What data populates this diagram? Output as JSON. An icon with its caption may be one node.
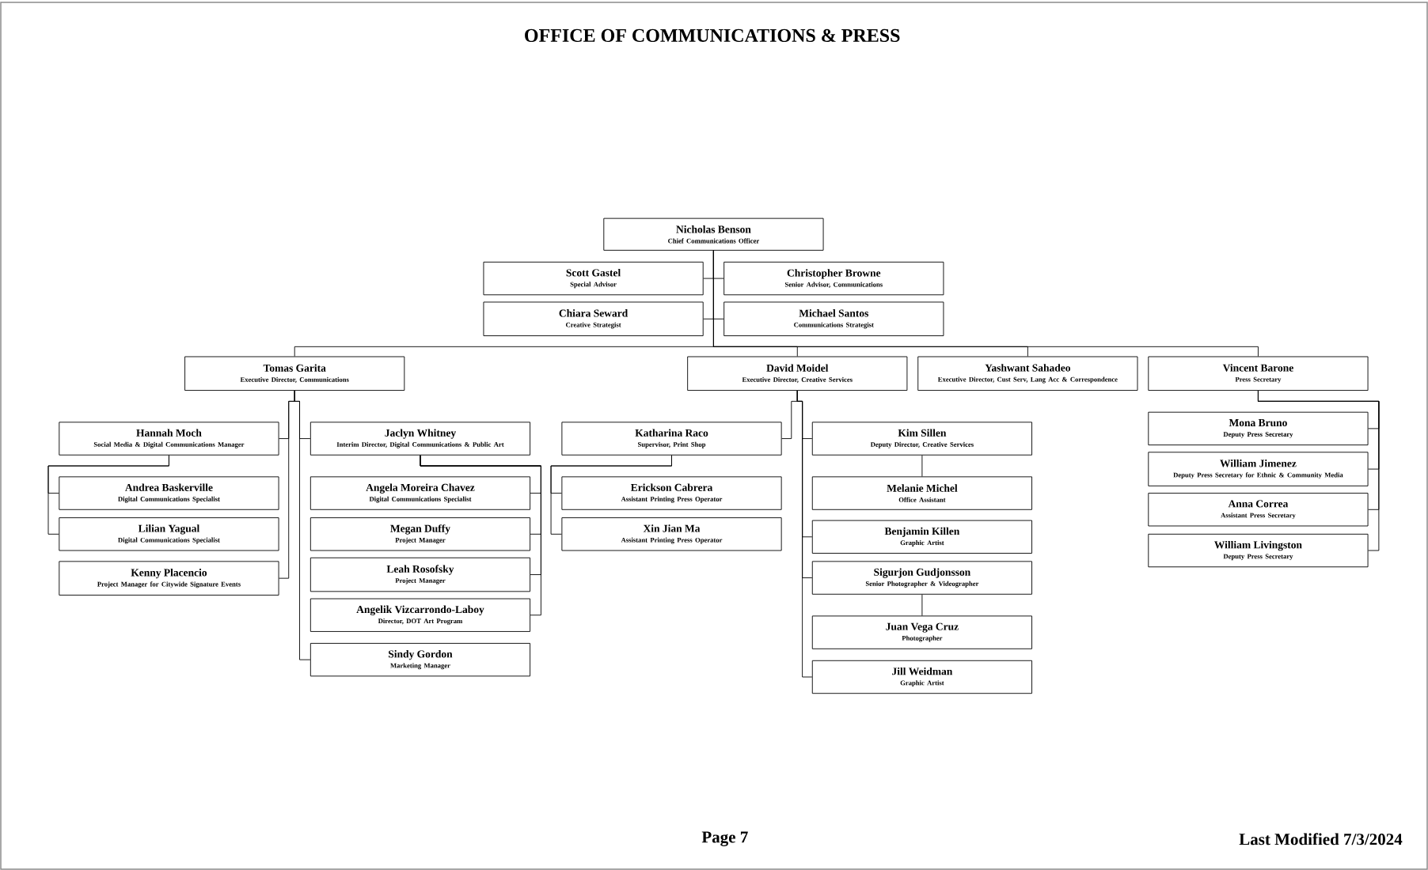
{
  "diagram": {
    "title": "OFFICE OF COMMUNICATIONS & PRESS",
    "nodes": [
      {
        "text": [
          "Nicholas Benson",
          "Chief Communications Officer"
        ]
      },
      {
        "text": [
          "Scott Gastel",
          "Special Advisor"
        ]
      },
      {
        "text": [
          "Christopher Browne",
          "Senior Advisor, Communications"
        ]
      },
      {
        "text": [
          "Chiara Seward",
          "Creative Strategist"
        ]
      },
      {
        "text": [
          "Michael Santos",
          "Communications Strategist"
        ]
      },
      {
        "text": [
          "Tomas Garita",
          "Executive Director, Communications"
        ]
      },
      {
        "text": [
          "David Moidel",
          "Executive Director, Creative Services"
        ]
      },
      {
        "text": [
          "Yashwant Sahadeo",
          "Executive Director, Cust Serv, Lang Acc & Correspondence"
        ]
      },
      {
        "text": [
          "Vincent Barone",
          "Press Secretary"
        ]
      },
      {
        "text": [
          "Hannah Moch",
          "Social Media & Digital Communications Manager"
        ]
      },
      {
        "text": [
          "Andrea Baskerville",
          "Digital Communications Specialist"
        ]
      },
      {
        "text": [
          "Lilian Yagual",
          "Digital Communications Specialist"
        ]
      },
      {
        "text": [
          "Kenny Placencio",
          "Project Manager for Citywide Signature Events"
        ]
      },
      {
        "text": [
          "Jaclyn Whitney",
          "Interim Director, Digital Communications & Public Art"
        ]
      },
      {
        "text": [
          "Angela Moreira Chavez",
          "Digital Communications Specialist"
        ]
      },
      {
        "text": [
          "Megan Duffy",
          "Project Manager"
        ]
      },
      {
        "text": [
          "Leah Rosofsky",
          "Project Manager"
        ]
      },
      {
        "text": [
          "Angelik Vizcarrondo-Laboy",
          "Director, DOT Art Program"
        ]
      },
      {
        "text": [
          "Sindy Gordon",
          "Marketing Manager"
        ]
      },
      {
        "text": [
          "Katharina Raco",
          "Supervisor, Print Shop"
        ]
      },
      {
        "text": [
          "Erickson Cabrera",
          "Assistant Printing Press Operator"
        ]
      },
      {
        "text": [
          "Xin Jian Ma",
          "Assistant Printing Press Operator"
        ]
      },
      {
        "text": [
          "Kim Sillen",
          "Deputy Director, Creative Services"
        ]
      },
      {
        "text": [
          "Melanie Michel",
          "Office Assistant"
        ]
      },
      {
        "text": [
          "Benjamin Killen",
          "Graphic Artist"
        ]
      },
      {
        "text": [
          "Sigurjon Gudjonsson",
          "Senior Photographer & Videographer"
        ]
      },
      {
        "text": [
          "Juan Vega Cruz",
          "Photographer"
        ]
      },
      {
        "text": [
          "Jill Weidman",
          "Graphic Artist"
        ]
      },
      {
        "text": [
          "Mona Bruno",
          "Deputy Press Secretary"
        ]
      },
      {
        "text": [
          "William Jimenez",
          "Deputy Press Secretary for Ethnic & Community Media"
        ]
      },
      {
        "text": [
          "Anna Correa",
          "Assistant Press Secretary"
        ]
      },
      {
        "text": [
          "William Livingston",
          "Deputy Press Secretary"
        ]
      }
    ],
    "edges": [
      {
        "from": 0,
        "to": 1,
        "arrow": "none"
      },
      {
        "from": 0,
        "to": 2,
        "arrow": "none"
      },
      {
        "from": 0,
        "to": 3,
        "arrow": "none"
      },
      {
        "from": 0,
        "to": 4,
        "arrow": "none"
      },
      {
        "from": 0,
        "to": 5,
        "arrow": "none"
      },
      {
        "from": 0,
        "to": 6,
        "arrow": "none"
      },
      {
        "from": 0,
        "to": 7,
        "arrow": "none"
      },
      {
        "from": 0,
        "to": 8,
        "arrow": "none"
      },
      {
        "from": 5,
        "to": 9,
        "arrow": "none"
      },
      {
        "from": 5,
        "to": 12,
        "arrow": "none"
      },
      {
        "from": 5,
        "to": 13,
        "arrow": "none"
      },
      {
        "from": 5,
        "to": 18,
        "arrow": "none"
      },
      {
        "from": 9,
        "to": 10,
        "arrow": "none"
      },
      {
        "from": 9,
        "to": 11,
        "arrow": "none"
      },
      {
        "from": 13,
        "to": 14,
        "arrow": "none"
      },
      {
        "from": 13,
        "to": 15,
        "arrow": "none"
      },
      {
        "from": 13,
        "to": 16,
        "arrow": "none"
      },
      {
        "from": 13,
        "to": 17,
        "arrow": "none"
      },
      {
        "from": 6,
        "to": 19,
        "arrow": "none"
      },
      {
        "from": 6,
        "to": 22,
        "arrow": "none"
      },
      {
        "from": 6,
        "to": 24,
        "arrow": "none"
      },
      {
        "from": 6,
        "to": 25,
        "arrow": "none"
      },
      {
        "from": 6,
        "to": 27,
        "arrow": "none"
      },
      {
        "from": 19,
        "to": 20,
        "arrow": "none"
      },
      {
        "from": 19,
        "to": 21,
        "arrow": "none"
      },
      {
        "from": 22,
        "to": 23,
        "arrow": "none"
      },
      {
        "from": 25,
        "to": 26,
        "arrow": "none"
      },
      {
        "from": 8,
        "to": 28,
        "arrow": "none"
      },
      {
        "from": 8,
        "to": 29,
        "arrow": "none"
      },
      {
        "from": 8,
        "to": 30,
        "arrow": "none"
      },
      {
        "from": 8,
        "to": 31,
        "arrow": "none"
      }
    ],
    "labels": [
      "Page 7",
      "Last Modified 7/3/2024"
    ]
  }
}
